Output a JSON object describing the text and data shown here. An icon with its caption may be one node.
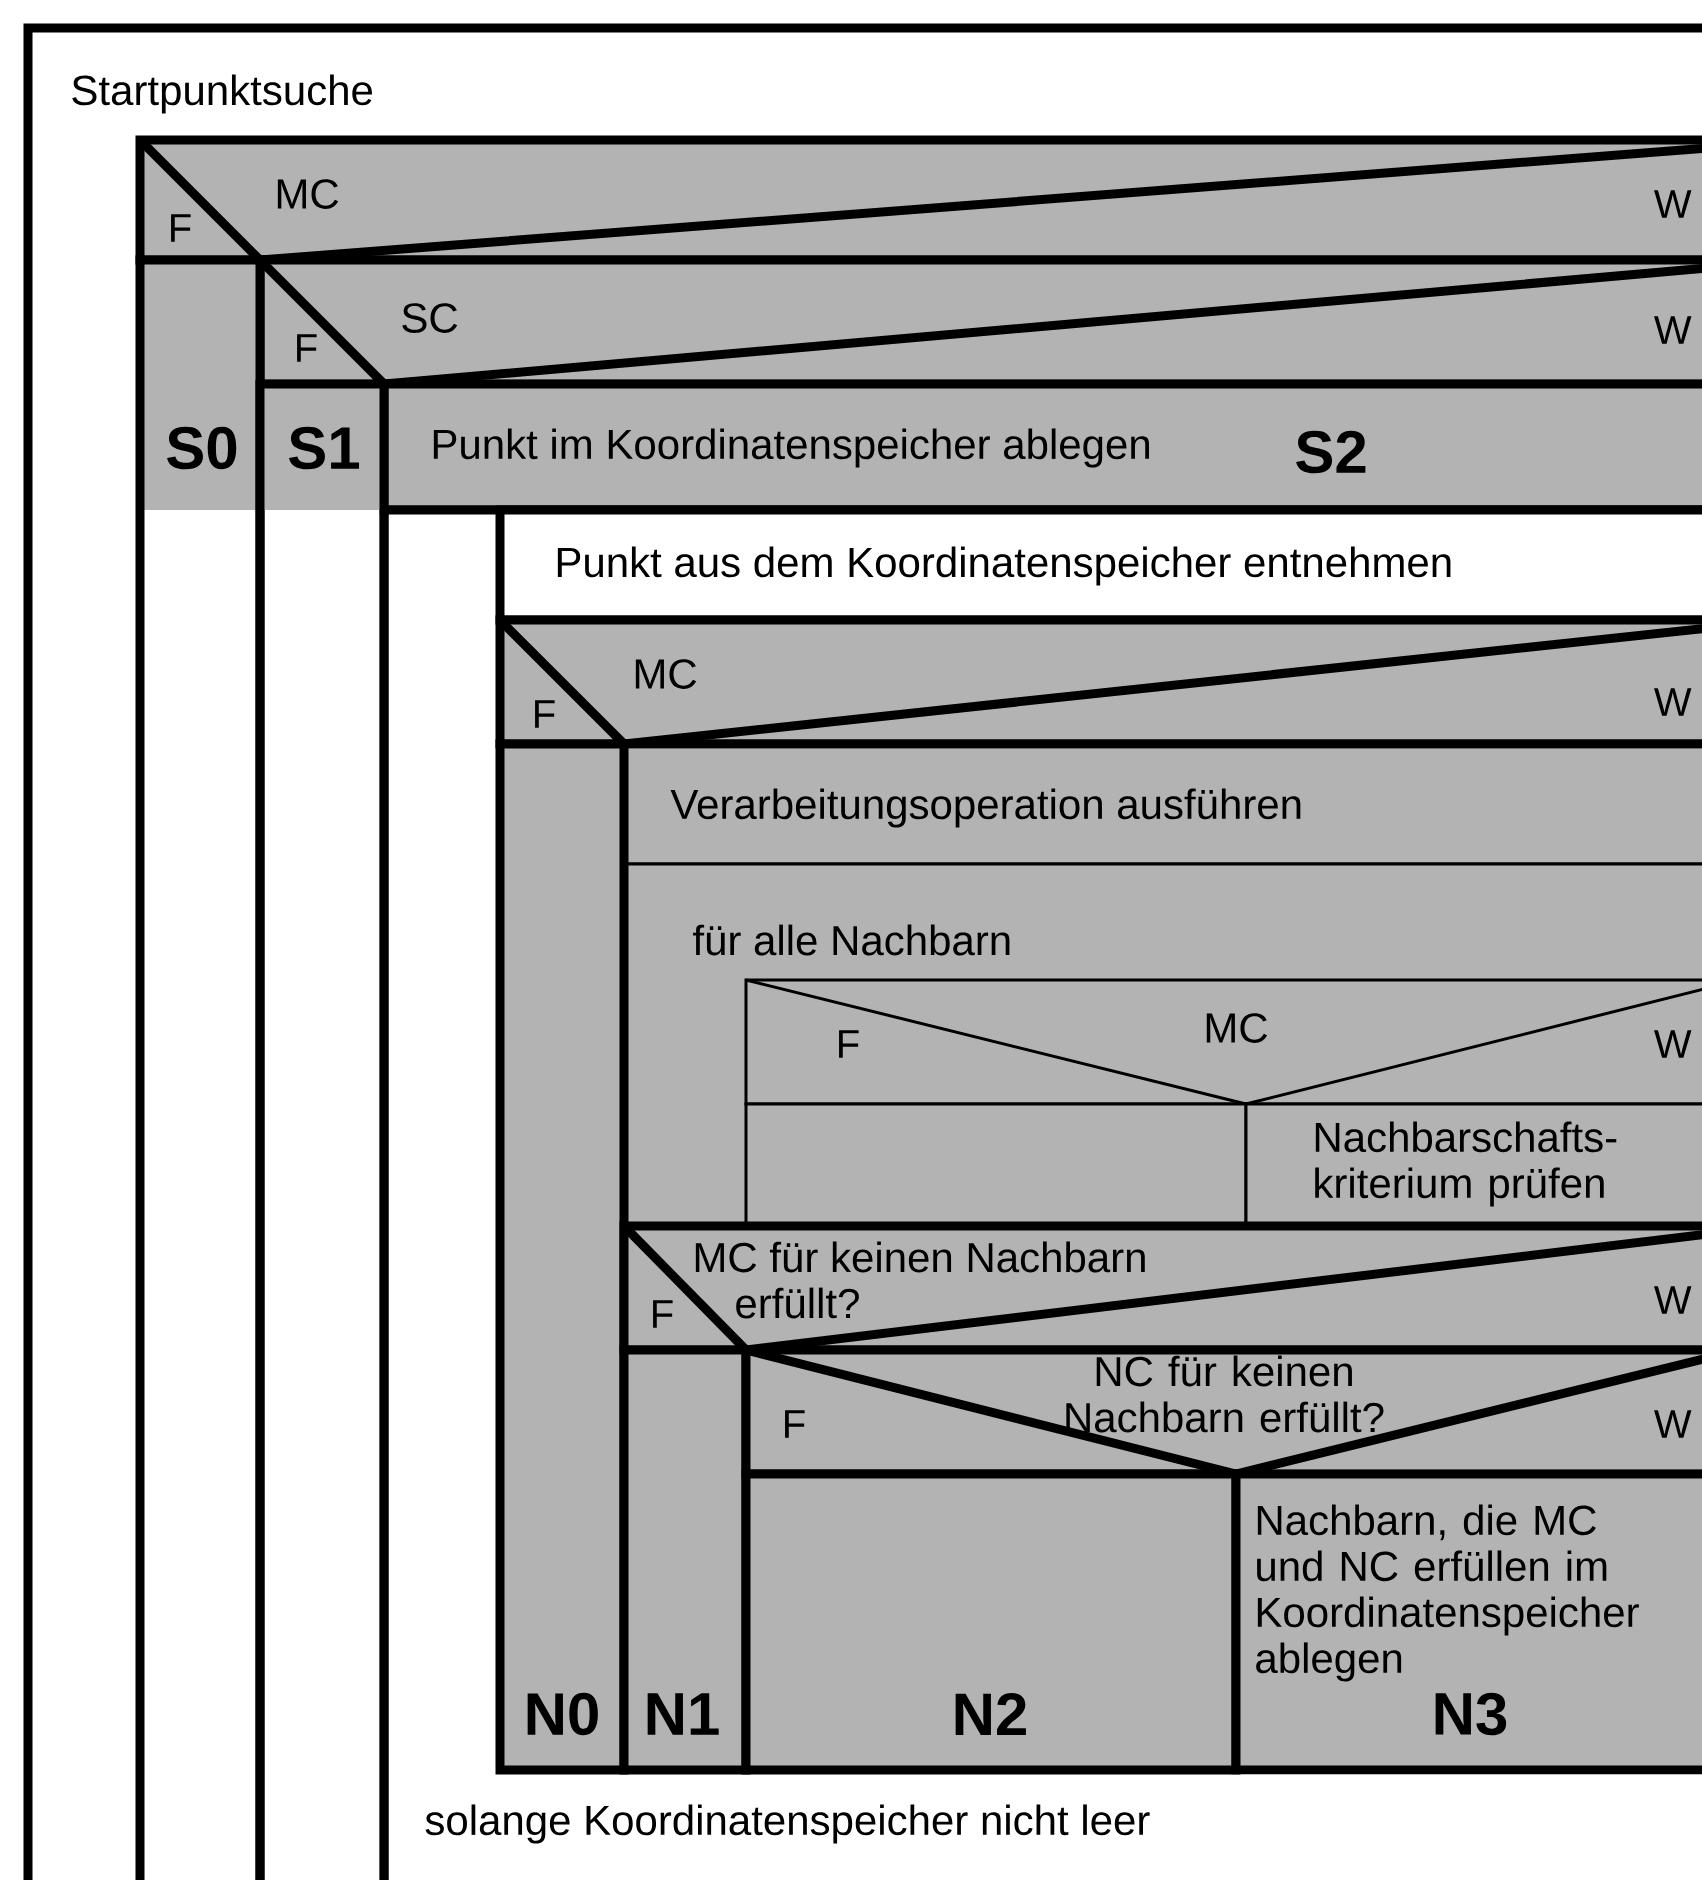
{
  "diagram": {
    "nodes": [
      {
        "text": [
          "Startpunktsuche"
        ]
      },
      {
        "text": [
          "MC",
          "F",
          "W"
        ],
        "in": 0
      },
      {
        "text": [
          "S0"
        ],
        "in": 0
      },
      {
        "text": [
          "SC",
          "F",
          "W"
        ],
        "in": 0
      },
      {
        "text": [
          "S1"
        ],
        "in": 0
      },
      {
        "text": [
          "Punkt im Koordinatenspeicher ablegen",
          "S2"
        ],
        "in": 0
      },
      {
        "text": [
          "solange Koordinatenspeicher nicht leer"
        ],
        "in": 0
      },
      {
        "text": [
          "Punkt aus dem Koordinatenspeicher entnehmen"
        ],
        "in": 6
      },
      {
        "text": [
          "MC",
          "F",
          "W"
        ],
        "in": 6
      },
      {
        "text": [
          "N0"
        ],
        "in": 6
      },
      {
        "text": [
          "Verarbeitungsoperation ausführen"
        ],
        "in": 6
      },
      {
        "text": [
          "für alle Nachbarn"
        ],
        "in": 6
      },
      {
        "text": [
          "F",
          "MC",
          "W"
        ],
        "in": 11
      },
      {
        "text": [],
        "shape": "box",
        "in": 11
      },
      {
        "text": [
          "Nachbarschafts- kriterium prüfen"
        ],
        "in": 11
      },
      {
        "text": [
          "F",
          "MC für keinen Nachbarn erfüllt?",
          "W"
        ],
        "in": 6
      },
      {
        "text": [
          "N1"
        ],
        "in": 6
      },
      {
        "text": [
          "F",
          "NC für keinen Nachbarn erfüllt?",
          "W"
        ],
        "in": 6
      },
      {
        "text": [
          "N2"
        ],
        "in": 6
      },
      {
        "text": [
          "Nachbarn, die MC und NC erfüllen im Koordinatenspeicher ablegen",
          "N3"
        ],
        "in": 6
      }
    ]
  }
}
